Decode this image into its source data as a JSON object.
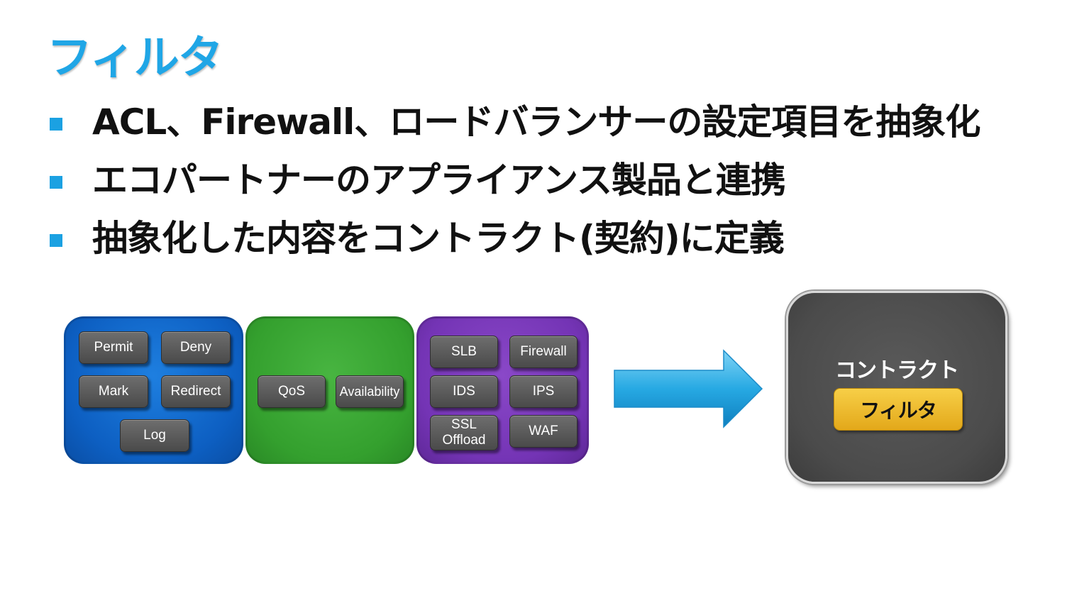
{
  "slide": {
    "title": "フィルタ",
    "bullets": [
      "ACL、Firewall、ロードバランサーの設定項目を抽象化",
      "エコパートナーのアプライアンス製品と連携",
      "抽象化した内容をコントラクト(契約)に定義"
    ]
  },
  "diagram": {
    "blue_panel": {
      "color": "#0d5fc2",
      "buttons": [
        "Permit",
        "Deny",
        "Mark",
        "Redirect",
        "Log"
      ]
    },
    "green_panel": {
      "color": "#34a02e",
      "buttons": [
        "QoS",
        "Availability"
      ]
    },
    "purple_panel": {
      "color": "#7434b5",
      "buttons": [
        "SLB",
        "Firewall",
        "IDS",
        "IPS",
        "SSL Offload",
        "WAF"
      ]
    },
    "arrow": {
      "color": "#1ba1e2"
    },
    "contract": {
      "label": "コントラクト",
      "filter_label": "フィルタ",
      "filter_color": "#f0b82b"
    }
  }
}
